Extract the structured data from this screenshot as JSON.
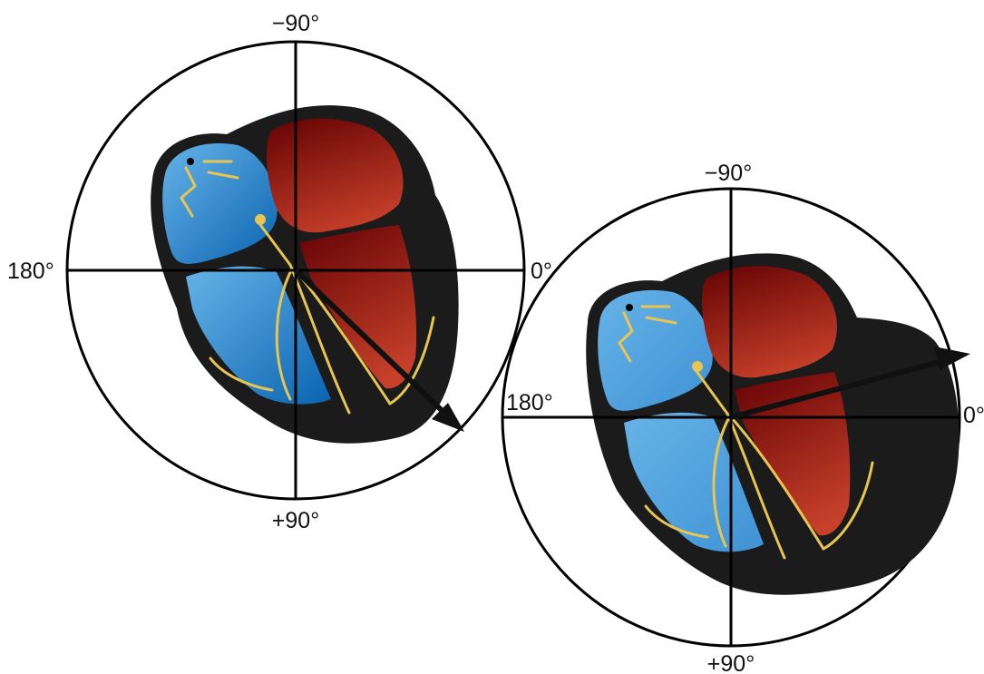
{
  "colors": {
    "background": "#ffffff",
    "outline": "#000000",
    "heart_tissue": "#1b1b1b",
    "right_heart_light": "#67b3e8",
    "right_heart_dark": "#0a64b0",
    "left_heart_light": "#c6402a",
    "left_heart_dark": "#6a0606",
    "conduction_system": "#e7c550"
  },
  "diagrams": [
    {
      "label_top": "−90°",
      "label_bottom": "+90°",
      "label_left": "180°",
      "label_right": "0°",
      "axis_direction_deg": 35
    },
    {
      "label_top": "−90°",
      "label_bottom": "+90°",
      "label_left": "180°",
      "label_right": "0°",
      "axis_direction_deg": -15
    }
  ]
}
